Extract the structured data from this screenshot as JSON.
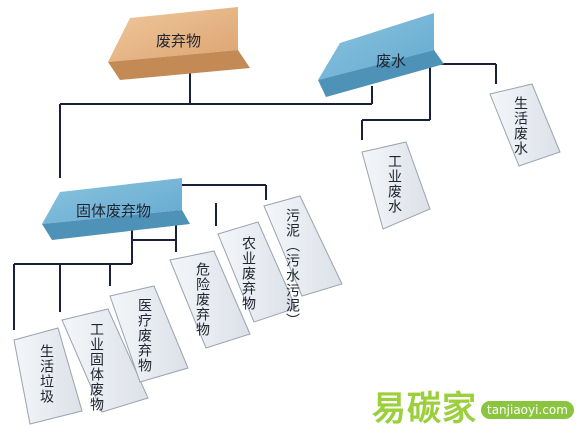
{
  "root": {
    "label": "废弃物"
  },
  "branches": {
    "wastewater": {
      "label": "废水",
      "children": [
        "工业废水",
        "生活废水"
      ]
    },
    "solid": {
      "label": "固体废弃物",
      "children": [
        "生活垃圾",
        "工业固体废物",
        "医疗废弃物",
        "危险废弃物",
        "农业废弃物",
        "污泥（污水污泥）"
      ]
    }
  },
  "watermark": {
    "brand": "易碳家",
    "url": "tanjiaoyi.com"
  },
  "colors": {
    "root_fill": "#E7B484",
    "branch_fill": "#7DB9D8",
    "leaf_fill": "#E9ECF1",
    "line": "#1A1F3D",
    "watermark": "#9CCF3C"
  }
}
